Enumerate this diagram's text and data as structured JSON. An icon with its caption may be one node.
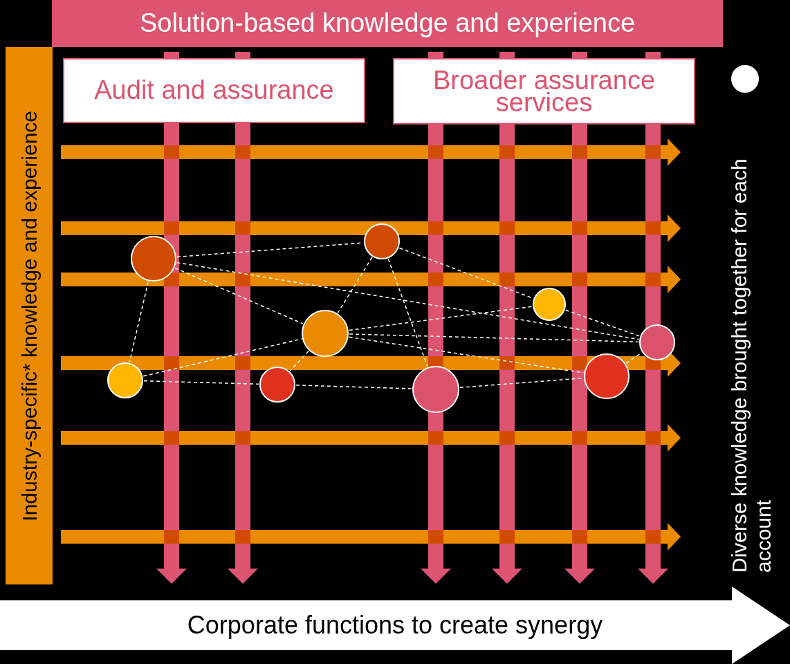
{
  "diagram": {
    "nodes": [
      {
        "text": [
          "Solution-based knowledge and experience"
        ]
      },
      {
        "text": [
          "Audit and assurance"
        ]
      },
      {
        "text": [
          "Broader assurance services"
        ]
      },
      {
        "text": [
          "Industry-specific* knowledge and experience"
        ]
      },
      {
        "text": [],
        "shape": "circle"
      },
      {
        "text": [
          "Corporate functions to create synergy"
        ]
      },
      {
        "text": [],
        "shape": "circle"
      },
      {
        "text": [],
        "shape": "circle"
      },
      {
        "text": [],
        "shape": "circle"
      },
      {
        "text": [],
        "shape": "circle"
      },
      {
        "text": [],
        "shape": "circle"
      },
      {
        "text": [],
        "shape": "circle"
      },
      {
        "text": [],
        "shape": "circle"
      },
      {
        "text": [],
        "shape": "circle"
      },
      {
        "text": [],
        "shape": "circle"
      }
    ],
    "edges": [
      {
        "from": 7,
        "to": 6,
        "arrow": "none",
        "style": "dashed"
      },
      {
        "from": 7,
        "to": 10,
        "arrow": "none",
        "style": "dashed"
      },
      {
        "from": 7,
        "to": 9,
        "arrow": "none",
        "style": "dashed"
      },
      {
        "from": 7,
        "to": 14,
        "arrow": "none",
        "style": "dashed"
      },
      {
        "from": 10,
        "to": 9,
        "arrow": "none",
        "style": "dashed"
      },
      {
        "from": 9,
        "to": 8,
        "arrow": "none",
        "style": "dashed"
      },
      {
        "from": 10,
        "to": 11,
        "arrow": "none",
        "style": "dashed"
      },
      {
        "from": 10,
        "to": 12,
        "arrow": "none",
        "style": "dashed"
      },
      {
        "from": 9,
        "to": 12,
        "arrow": "none",
        "style": "dashed"
      },
      {
        "from": 9,
        "to": 14,
        "arrow": "none",
        "style": "dashed"
      },
      {
        "from": 9,
        "to": 13,
        "arrow": "none",
        "style": "dashed"
      },
      {
        "from": 6,
        "to": 9,
        "arrow": "none",
        "style": "dashed"
      },
      {
        "from": 6,
        "to": 8,
        "arrow": "none",
        "style": "dashed"
      },
      {
        "from": 8,
        "to": 11,
        "arrow": "none",
        "style": "dashed"
      },
      {
        "from": 11,
        "to": 13,
        "arrow": "none",
        "style": "dashed"
      },
      {
        "from": 13,
        "to": 14,
        "arrow": "none",
        "style": "dashed"
      },
      {
        "from": 12,
        "to": 14,
        "arrow": "none",
        "style": "dashed"
      }
    ],
    "labels": [
      "Diverse knowledge brought together for each account"
    ]
  }
}
